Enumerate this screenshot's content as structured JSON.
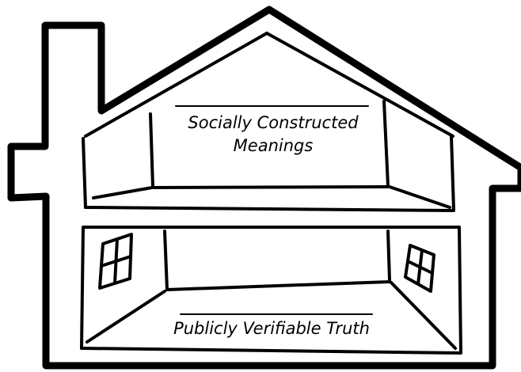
{
  "diagram": {
    "upper_room": {
      "label_line_1": "Socially Constructed",
      "label_line_2": "Meanings"
    },
    "lower_room": {
      "label": "Publicly Verifiable Truth"
    }
  }
}
